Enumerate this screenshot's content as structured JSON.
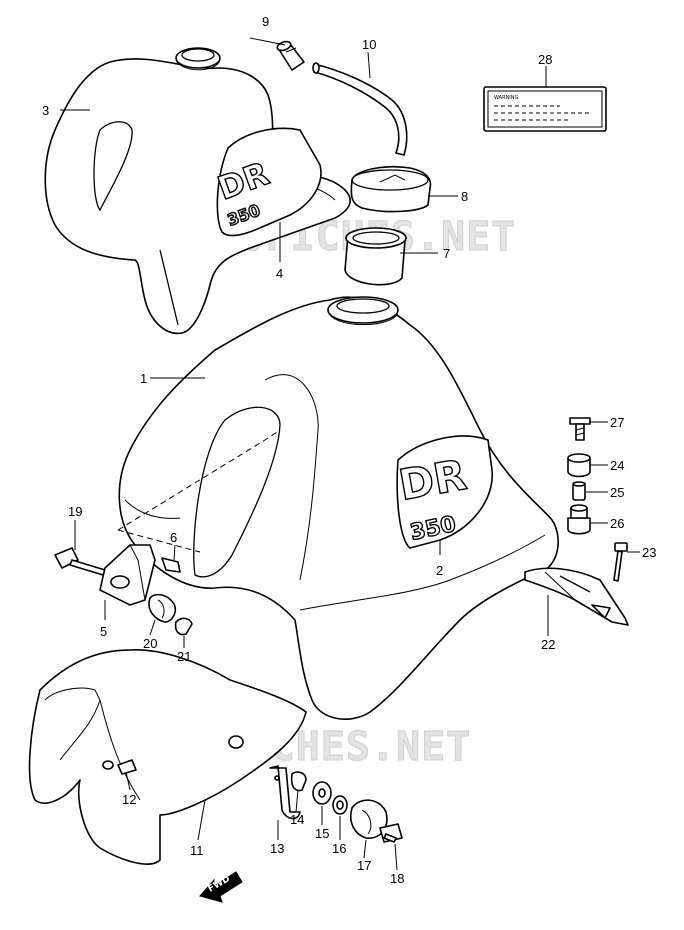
{
  "watermark": "MICROFICHES.NET",
  "tank_decal_text": {
    "letters": "DR",
    "number": "350"
  },
  "fwd_label": "FWD",
  "label_placard_title": "WARNING",
  "callouts": [
    "1",
    "2",
    "3",
    "4",
    "5",
    "6",
    "7",
    "8",
    "9",
    "10",
    "11",
    "12",
    "13",
    "14",
    "15",
    "16",
    "17",
    "18",
    "19",
    "20",
    "21",
    "22",
    "23",
    "24",
    "25",
    "26",
    "27",
    "28"
  ]
}
